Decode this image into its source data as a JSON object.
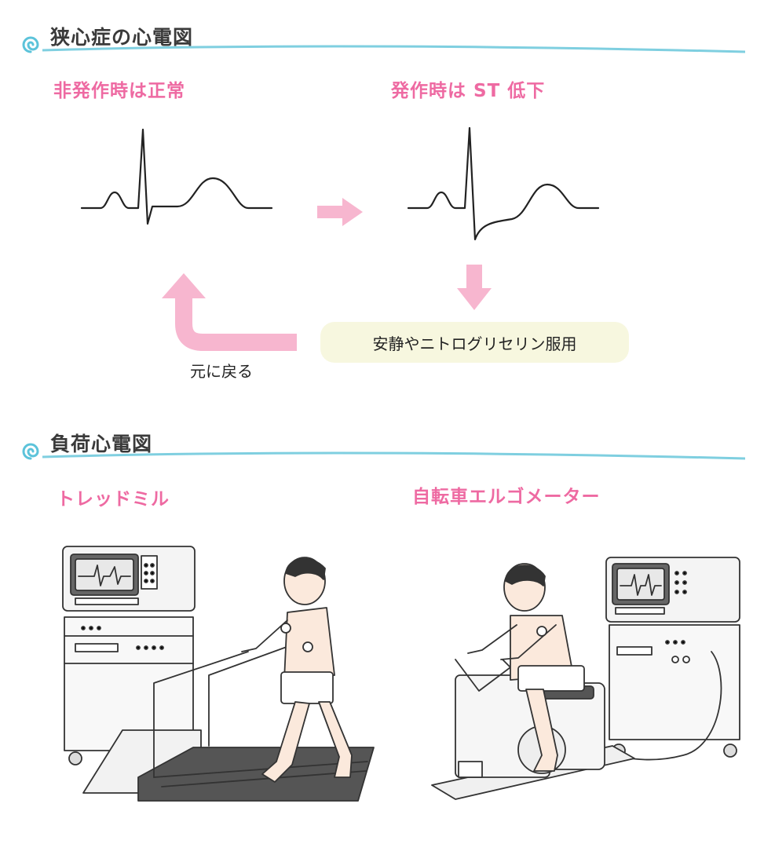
{
  "section1": {
    "title": "狭心症の心電図"
  },
  "normal_state": {
    "label": "非発作時は正常"
  },
  "attack_state": {
    "label": "発作時は ST 低下"
  },
  "treatment": {
    "label": "安静やニトログリセリン服用"
  },
  "return": {
    "label": "元に戻る"
  },
  "section2": {
    "title": "負荷心電図"
  },
  "treadmill": {
    "label": "トレッドミル"
  },
  "bicycle": {
    "label": "自転車エルゴメーター"
  },
  "colors": {
    "heading_text": "#3a3a3a",
    "pink_label": "#ee6aa2",
    "pink_arrow": "#f7b6cf",
    "rule_line": "#7fcfe0",
    "treatment_box": "#f7f7df"
  }
}
